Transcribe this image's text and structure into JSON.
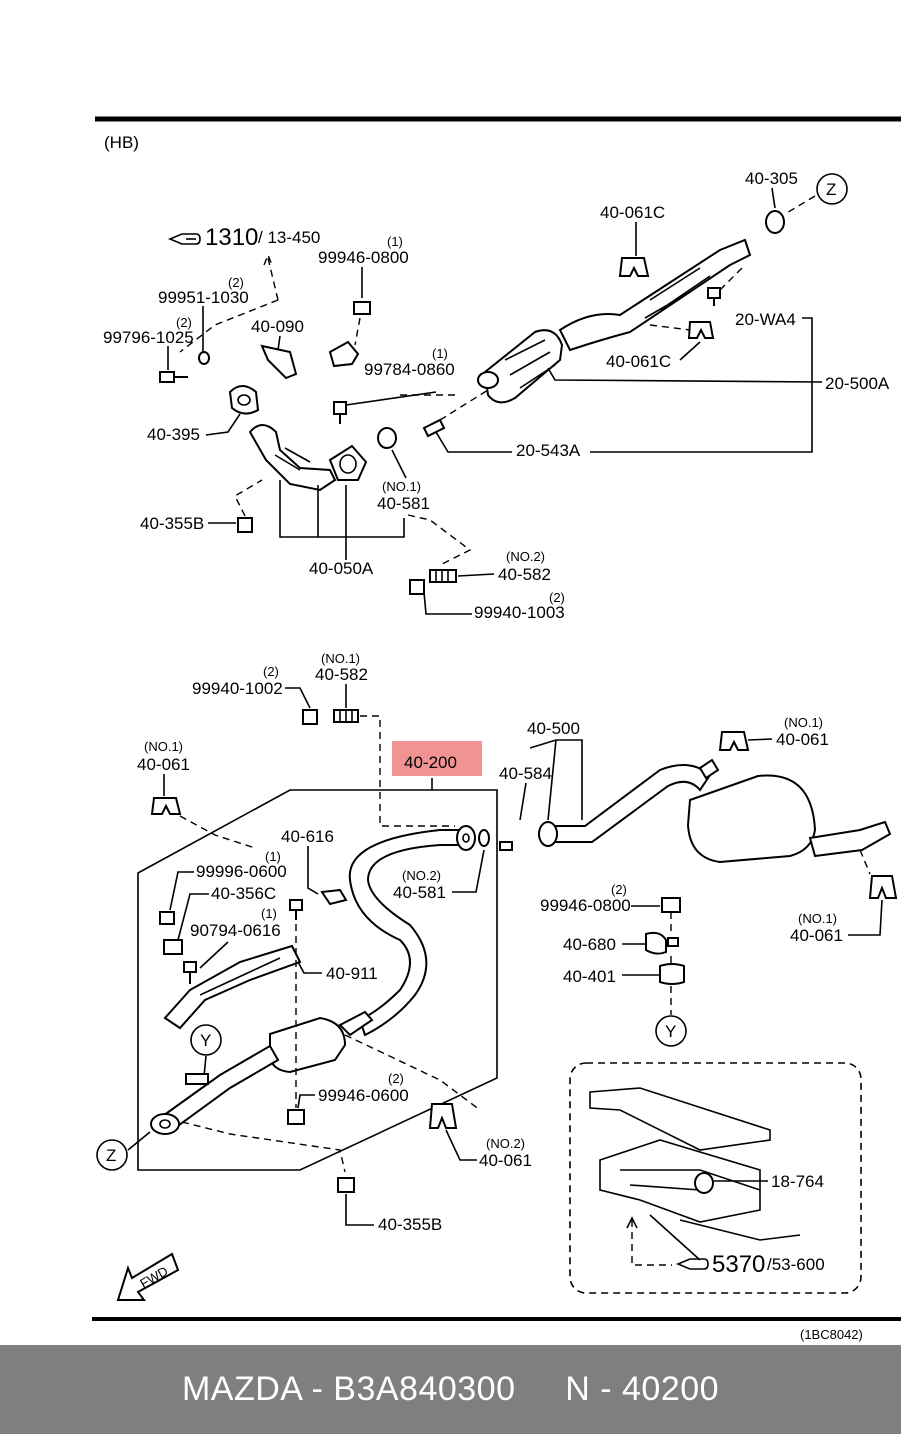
{
  "diagram": {
    "section_label": "(HB)",
    "reference_code": "(1BC8042)",
    "fwd_label": "FWD",
    "top_ref": {
      "number": "1310",
      "sub": "/ 13-450"
    },
    "bottom_ref": {
      "number": "5370",
      "sub": "/53-600"
    },
    "circle_markers": {
      "z_top": "Z",
      "z_bottom": "Z",
      "y_left": "Y",
      "y_right": "Y"
    },
    "highlighted_part": "40-200",
    "parts_upper": {
      "p40_305": "40-305",
      "p40_061c_top": "40-061C",
      "p20_wa4": "20-WA4",
      "p40_061c_mid": "40-061C",
      "p20_500a": "20-500A",
      "p20_543a": "20-543A",
      "p99946_0800_qty": "(1)",
      "p99946_0800": "99946-0800",
      "p99951_1030_qty": "(2)",
      "p99951_1030": "99951-1030",
      "p99796_1025_qty": "(2)",
      "p99796_1025": "99796-1025",
      "p40_090": "40-090",
      "p99784_0860_qty": "(1)",
      "p99784_0860": "99784-0860",
      "p40_395": "40-395",
      "p40_581_no": "(NO.1)",
      "p40_581": "40-581",
      "p40_355b": "40-355B",
      "p40_050a": "40-050A",
      "p40_582_no": "(NO.2)",
      "p40_582": "40-582",
      "p99940_1003_qty": "(2)",
      "p99940_1003": "99940-1003"
    },
    "parts_lower": {
      "p99940_1002_qty": "(2)",
      "p99940_1002": "99940-1002",
      "p40_582_no": "(NO.1)",
      "p40_582": "40-582",
      "p40_061_left_no": "(NO.1)",
      "p40_061_left": "40-061",
      "p40_616": "40-616",
      "p99996_0600_qty": "(1)",
      "p99996_0600": "99996-0600",
      "p40_356c": "40-356C",
      "p90794_0616_qty": "(1)",
      "p90794_0616": "90794-0616",
      "p40_911": "40-911",
      "p40_581_no": "(NO.2)",
      "p40_581": "40-581",
      "p40_500": "40-500",
      "p40_584": "40-584",
      "p40_061_tr_no": "(NO.1)",
      "p40_061_tr": "40-061",
      "p40_061_r_no": "(NO.1)",
      "p40_061_r": "40-061",
      "p99946_0800_qty": "(2)",
      "p99946_0800": "99946-0800",
      "p40_680": "40-680",
      "p40_401": "40-401",
      "p99946_0600_qty": "(2)",
      "p99946_0600": "99946-0600",
      "p40_061_no2_no": "(NO.2)",
      "p40_061_no2": "40-061",
      "p40_355b": "40-355B",
      "p18_764": "18-764"
    }
  },
  "footer": {
    "text": "MAZDA - B3A840300     N - 40200"
  },
  "colors": {
    "highlight": "#f08080",
    "footer_bg": "#7f7f7f",
    "footer_text": "#ffffff"
  }
}
